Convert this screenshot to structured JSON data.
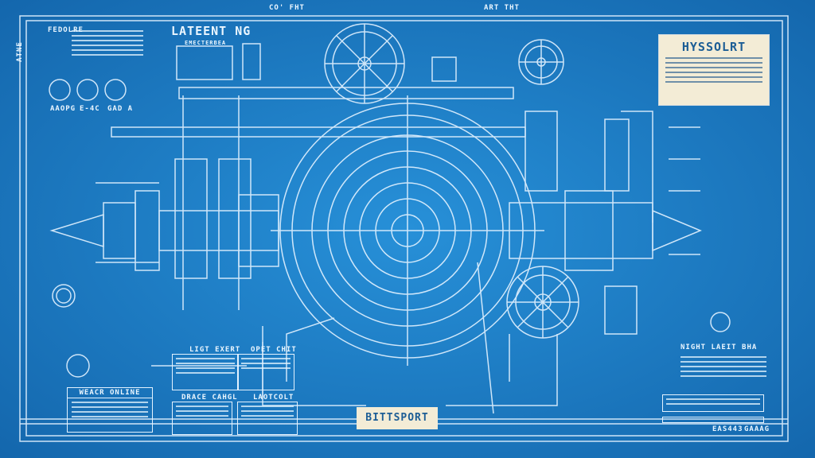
{
  "header": {
    "top_center_label": "CO' FHT",
    "top_right_label": "ART THT",
    "left_side_label": "ATNE"
  },
  "left_panel": {
    "heading": "FEDOLRE",
    "icon_labels": [
      "AAOPG",
      "E-4C",
      "GAD A"
    ]
  },
  "center_top": {
    "title": "LATEENT NG",
    "box_heading": "EMECTERBEA"
  },
  "info_card": {
    "title": "HYSSOLRT"
  },
  "bottom_left": {
    "title": "WEACR ONLINE"
  },
  "bottom_boxes": [
    {
      "title": "LIGT EXERT"
    },
    {
      "title": "OPET CHIT"
    },
    {
      "title": "DRACE CAHGL"
    },
    {
      "title": "LAOTCOLT"
    }
  ],
  "bottom_card": {
    "title": "BITTSPORT"
  },
  "right_notes": {
    "title": "NIGHT LAEIT BHA",
    "footer": [
      "EAS443",
      "GAAAG"
    ]
  },
  "colors": {
    "background": "#1c7fc6",
    "lines": "#e3f2ff",
    "card": "#f3ecd6",
    "card_text": "#1c5d95"
  }
}
